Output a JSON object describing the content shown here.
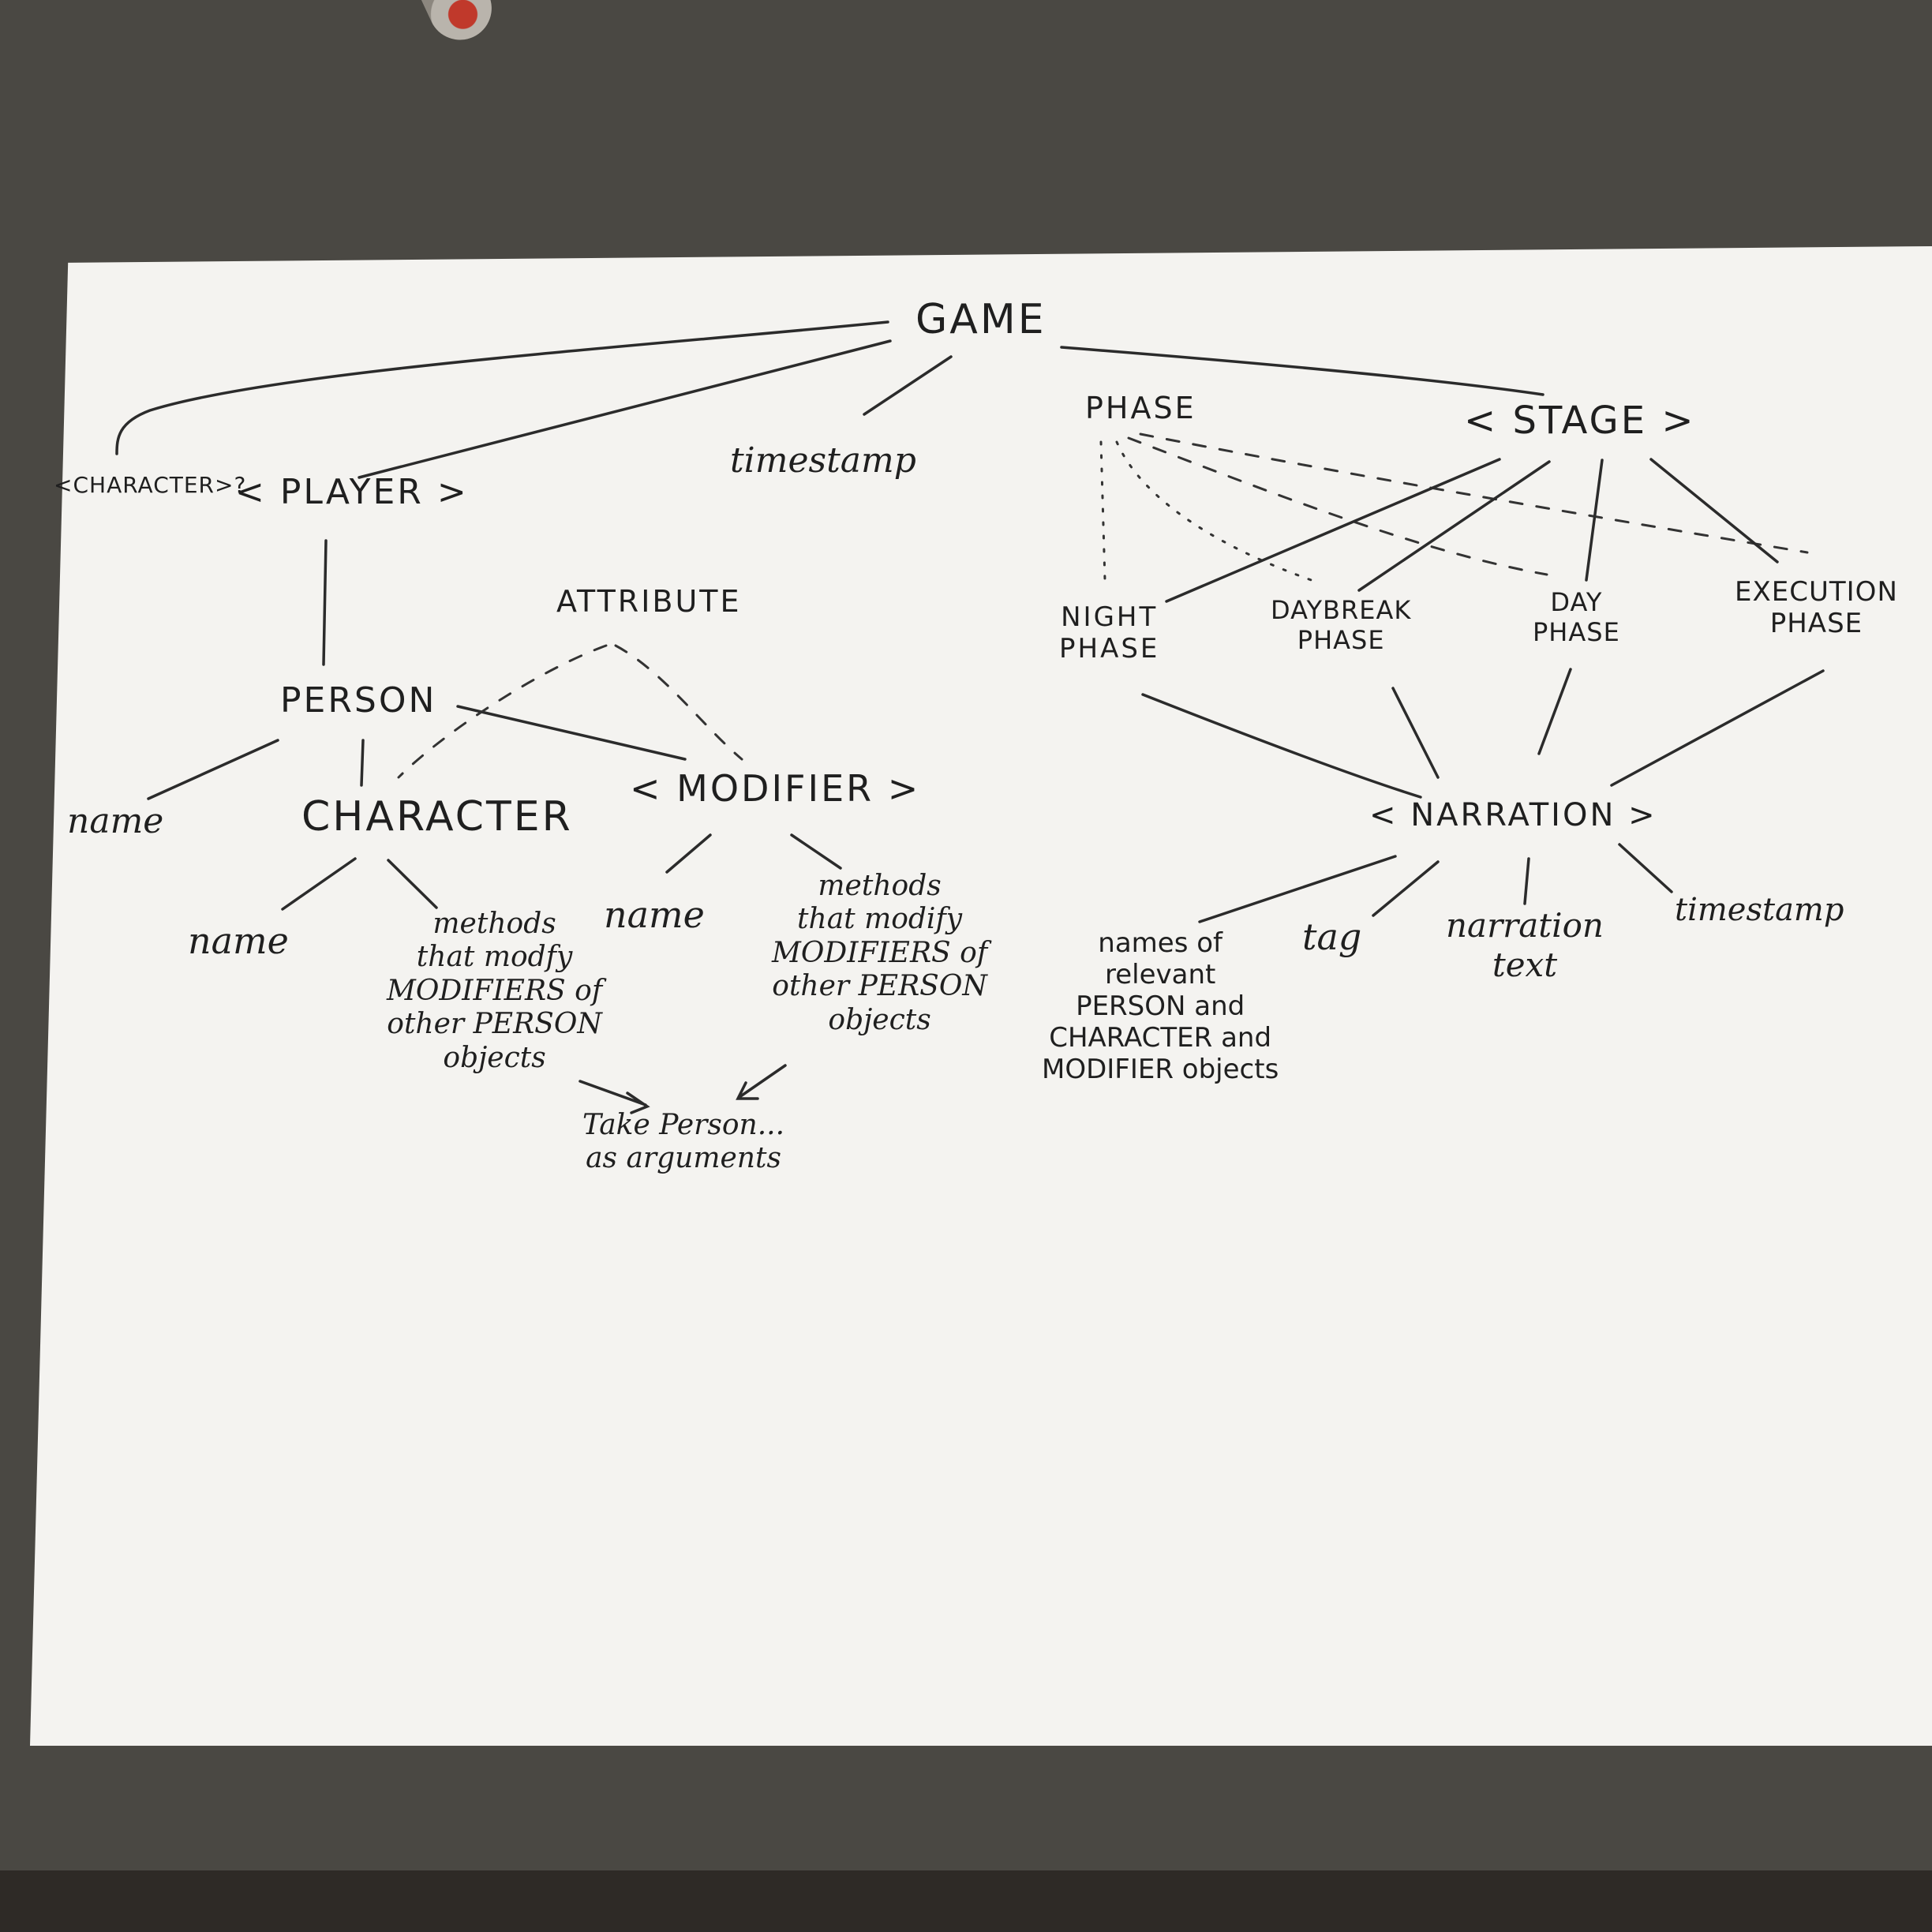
{
  "nodes": {
    "game": "GAME",
    "character_q": "<CHARACTER>?",
    "player": "< PLAYER >",
    "timestamp_game": "timestamp",
    "phase": "PHASE",
    "stage": "< STAGE >",
    "person": "PERSON",
    "attribute": "ATTRIBUTE",
    "person_name": "name",
    "character": "CHARACTER",
    "modifier": "< MODIFIER >",
    "character_name": "name",
    "character_methods": "methods\nthat modfy\nMODIFIERS of\nother PERSON\nobjects",
    "modifier_name": "name",
    "modifier_methods": "methods\nthat modify\nMODIFIERS of\nother PERSON\nobjects",
    "take_person": "Take Person...\nas arguments",
    "night_phase": "NIGHT\nPHASE",
    "daybreak_phase": "DAYBREAK\nPHASE",
    "day_phase": "DAY\nPHASE",
    "execution_phase": "EXECUTION\nPHASE",
    "narration": "< NARRATION >",
    "narration_names": "names of\nrelevant\nPERSON and\nCHARACTER and\nMODIFIER objects",
    "tag": "tag",
    "narration_text": "narration\ntext",
    "timestamp_narration": "timestamp"
  }
}
